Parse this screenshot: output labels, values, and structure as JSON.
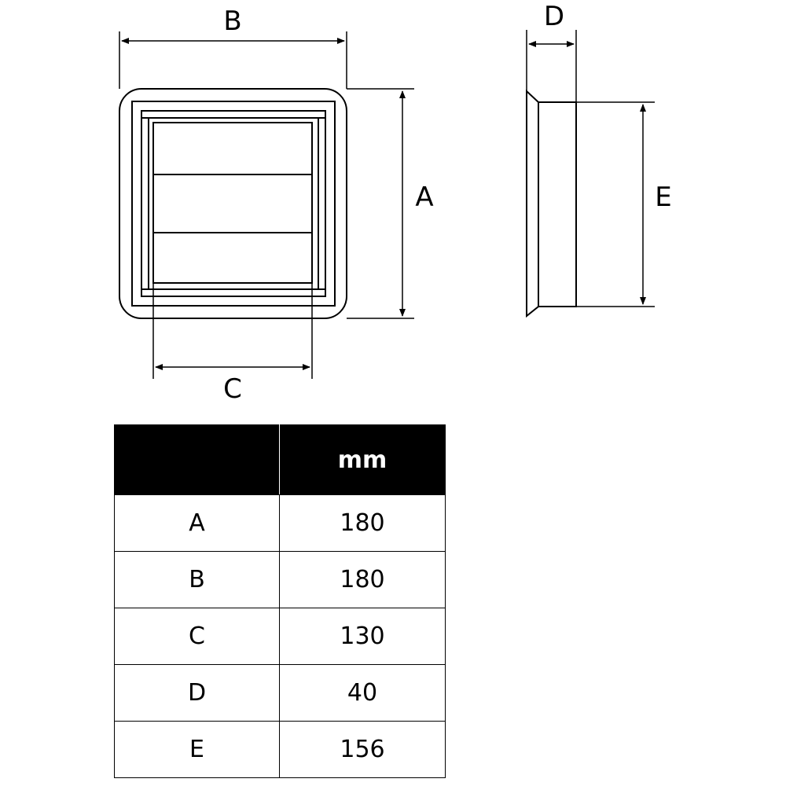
{
  "labels": {
    "a": "A",
    "b": "B",
    "c": "C",
    "d": "D",
    "e": "E"
  },
  "table": {
    "header": {
      "blank": "",
      "unit": "mm"
    },
    "rows": [
      {
        "dim": "A",
        "value": "180"
      },
      {
        "dim": "B",
        "value": "180"
      },
      {
        "dim": "C",
        "value": "130"
      },
      {
        "dim": "D",
        "value": "40"
      },
      {
        "dim": "E",
        "value": "156"
      }
    ]
  }
}
